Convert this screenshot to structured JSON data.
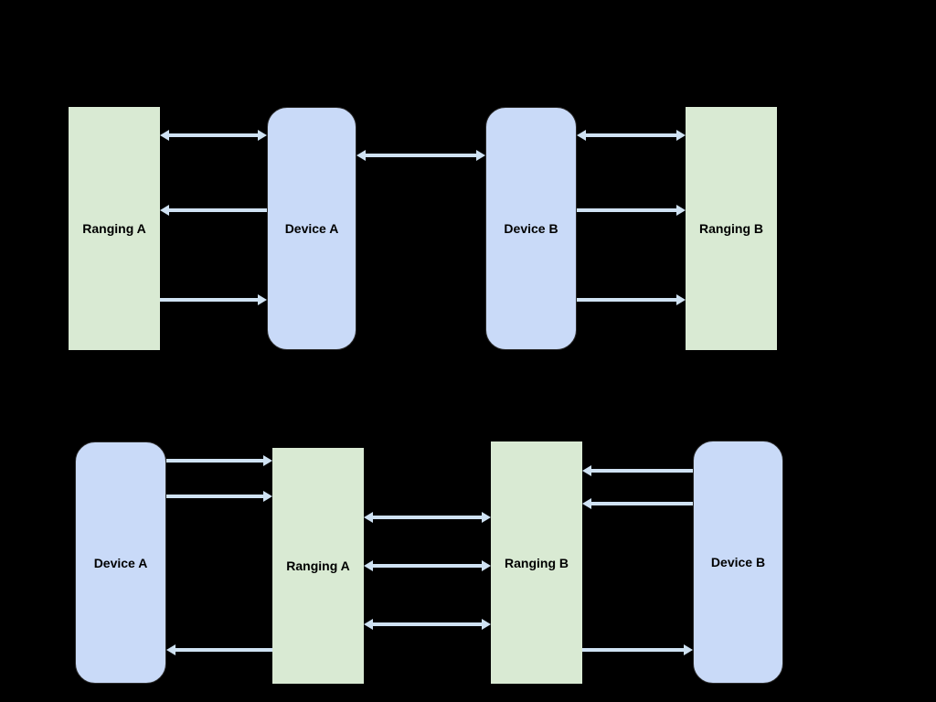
{
  "colors": {
    "background": "#000000",
    "ranging_box_fill": "#d9ead3",
    "device_box_fill": "#c9daf8",
    "arrow": "#cfe2f3",
    "label_text": "#000000"
  },
  "diagrams": [
    {
      "name": "top",
      "boxes": [
        {
          "label": "Ranging A",
          "kind": "ranging"
        },
        {
          "label": "Device A",
          "kind": "device"
        },
        {
          "label": "Device B",
          "kind": "device"
        },
        {
          "label": "Ranging B",
          "kind": "ranging"
        }
      ],
      "edges": [
        {
          "from": "Ranging A",
          "to": "Device A",
          "direction": "bidirectional"
        },
        {
          "from": "Device A",
          "to": "Ranging A",
          "direction": "one-way"
        },
        {
          "from": "Ranging A",
          "to": "Device A",
          "direction": "one-way"
        },
        {
          "from": "Device A",
          "to": "Device B",
          "direction": "bidirectional"
        },
        {
          "from": "Device B",
          "to": "Ranging B",
          "direction": "bidirectional"
        },
        {
          "from": "Device B",
          "to": "Ranging B",
          "direction": "one-way"
        },
        {
          "from": "Device B",
          "to": "Ranging B",
          "direction": "one-way"
        }
      ]
    },
    {
      "name": "bottom",
      "boxes": [
        {
          "label": "Device A",
          "kind": "device"
        },
        {
          "label": "Ranging A",
          "kind": "ranging"
        },
        {
          "label": "Ranging B",
          "kind": "ranging"
        },
        {
          "label": "Device B",
          "kind": "device"
        }
      ],
      "edges": [
        {
          "from": "Device A",
          "to": "Ranging A",
          "direction": "one-way"
        },
        {
          "from": "Device A",
          "to": "Ranging A",
          "direction": "one-way"
        },
        {
          "from": "Ranging A",
          "to": "Device A",
          "direction": "one-way"
        },
        {
          "from": "Ranging A",
          "to": "Ranging B",
          "direction": "bidirectional"
        },
        {
          "from": "Ranging A",
          "to": "Ranging B",
          "direction": "bidirectional"
        },
        {
          "from": "Ranging A",
          "to": "Ranging B",
          "direction": "bidirectional"
        },
        {
          "from": "Device B",
          "to": "Ranging B",
          "direction": "one-way"
        },
        {
          "from": "Device B",
          "to": "Ranging B",
          "direction": "one-way"
        },
        {
          "from": "Ranging B",
          "to": "Device B",
          "direction": "one-way"
        }
      ]
    }
  ]
}
